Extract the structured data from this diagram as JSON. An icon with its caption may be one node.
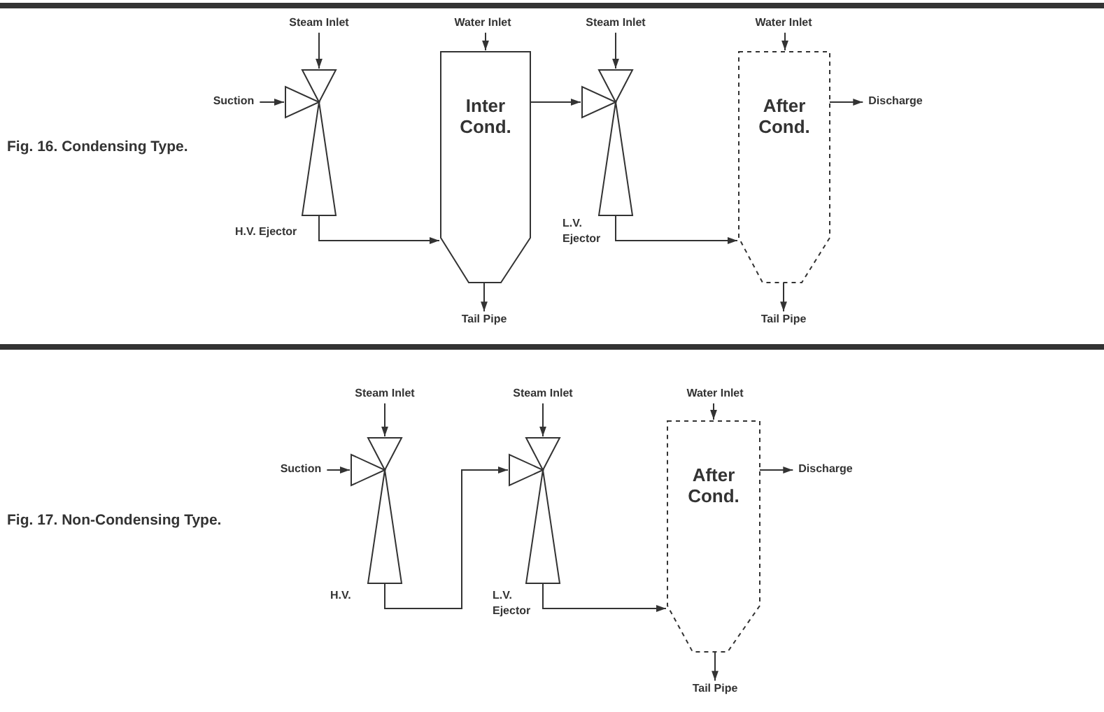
{
  "diagram": {
    "nodes": [
      {
        "text": [
          "Steam Inlet"
        ]
      },
      {
        "text": [
          "Suction"
        ]
      },
      {
        "text": [],
        "shape": "ejector",
        "beside": [
          "H.V. Ejector"
        ]
      },
      {
        "text": [
          "Water Inlet"
        ]
      },
      {
        "text": [
          "Inter Cond."
        ]
      },
      {
        "text": [
          "Tail Pipe"
        ]
      },
      {
        "text": [
          "Steam Inlet"
        ]
      },
      {
        "text": [],
        "shape": "ejector",
        "beside": [
          "L.V. Ejector"
        ]
      },
      {
        "text": [
          "Water Inlet"
        ]
      },
      {
        "text": [
          "After Cond."
        ]
      },
      {
        "text": [
          "Discharge"
        ]
      },
      {
        "text": [
          "Tail Pipe"
        ]
      },
      {
        "text": [
          "Steam Inlet"
        ]
      },
      {
        "text": [
          "Suction"
        ]
      },
      {
        "text": [],
        "shape": "ejector",
        "beside": [
          "H.V."
        ]
      },
      {
        "text": [
          "Steam Inlet"
        ]
      },
      {
        "text": [],
        "shape": "ejector",
        "beside": [
          "L.V. Ejector"
        ]
      },
      {
        "text": [
          "Water Inlet"
        ]
      },
      {
        "text": [
          "After Cond."
        ]
      },
      {
        "text": [
          "Discharge"
        ]
      },
      {
        "text": [
          "Tail Pipe"
        ]
      }
    ],
    "edges": [
      {
        "from": 0,
        "to": 2,
        "arrow": "to"
      },
      {
        "from": 1,
        "to": 2,
        "arrow": "to"
      },
      {
        "from": 2,
        "to": 4,
        "arrow": "to"
      },
      {
        "from": 3,
        "to": 4,
        "arrow": "to"
      },
      {
        "from": 4,
        "to": 5,
        "arrow": "to"
      },
      {
        "from": 4,
        "to": 7,
        "arrow": "to"
      },
      {
        "from": 6,
        "to": 7,
        "arrow": "to"
      },
      {
        "from": 7,
        "to": 9,
        "arrow": "to"
      },
      {
        "from": 8,
        "to": 9,
        "arrow": "to"
      },
      {
        "from": 9,
        "to": 10,
        "arrow": "to"
      },
      {
        "from": 9,
        "to": 11,
        "arrow": "to"
      },
      {
        "from": 12,
        "to": 14,
        "arrow": "to"
      },
      {
        "from": 13,
        "to": 14,
        "arrow": "to"
      },
      {
        "from": 14,
        "to": 16,
        "arrow": "to"
      },
      {
        "from": 15,
        "to": 16,
        "arrow": "to"
      },
      {
        "from": 16,
        "to": 18,
        "arrow": "to"
      },
      {
        "from": 17,
        "to": 18,
        "arrow": "to"
      },
      {
        "from": 18,
        "to": 19,
        "arrow": "to"
      },
      {
        "from": 18,
        "to": 20,
        "arrow": "to"
      }
    ],
    "labels": [
      "Fig. 16. Condensing Type.",
      "Fig. 17. Non-Condensing Type."
    ]
  }
}
